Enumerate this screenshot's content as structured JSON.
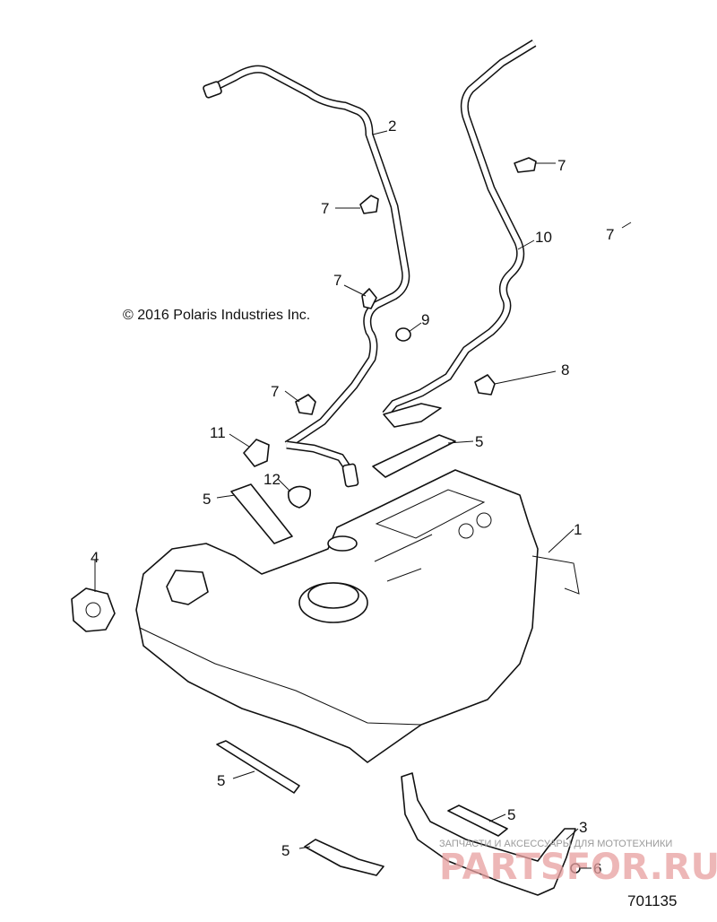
{
  "diagram": {
    "copyright": "© 2016 Polaris Industries Inc.",
    "reference_number": "701135",
    "callouts": [
      {
        "id": "c1",
        "text": "1"
      },
      {
        "id": "c2",
        "text": "2"
      },
      {
        "id": "c3",
        "text": "3"
      },
      {
        "id": "c4",
        "text": "4"
      },
      {
        "id": "c5a",
        "text": "5"
      },
      {
        "id": "c5b",
        "text": "5"
      },
      {
        "id": "c5c",
        "text": "5"
      },
      {
        "id": "c5d",
        "text": "5"
      },
      {
        "id": "c5e",
        "text": "5"
      },
      {
        "id": "c6",
        "text": "6"
      },
      {
        "id": "c7a",
        "text": "7"
      },
      {
        "id": "c7b",
        "text": "7"
      },
      {
        "id": "c7c",
        "text": "7"
      },
      {
        "id": "c7d",
        "text": "7"
      },
      {
        "id": "c7e",
        "text": "7"
      },
      {
        "id": "c8",
        "text": "8"
      },
      {
        "id": "c9",
        "text": "9"
      },
      {
        "id": "c10",
        "text": "10"
      },
      {
        "id": "c11",
        "text": "11"
      },
      {
        "id": "c12",
        "text": "12"
      }
    ]
  },
  "watermark": {
    "line1": "ЗАПЧАСТИ И АКСЕССУАРЫ ДЛЯ МОТОТЕХНИКИ",
    "line2": "PARTSFOR.RU"
  }
}
